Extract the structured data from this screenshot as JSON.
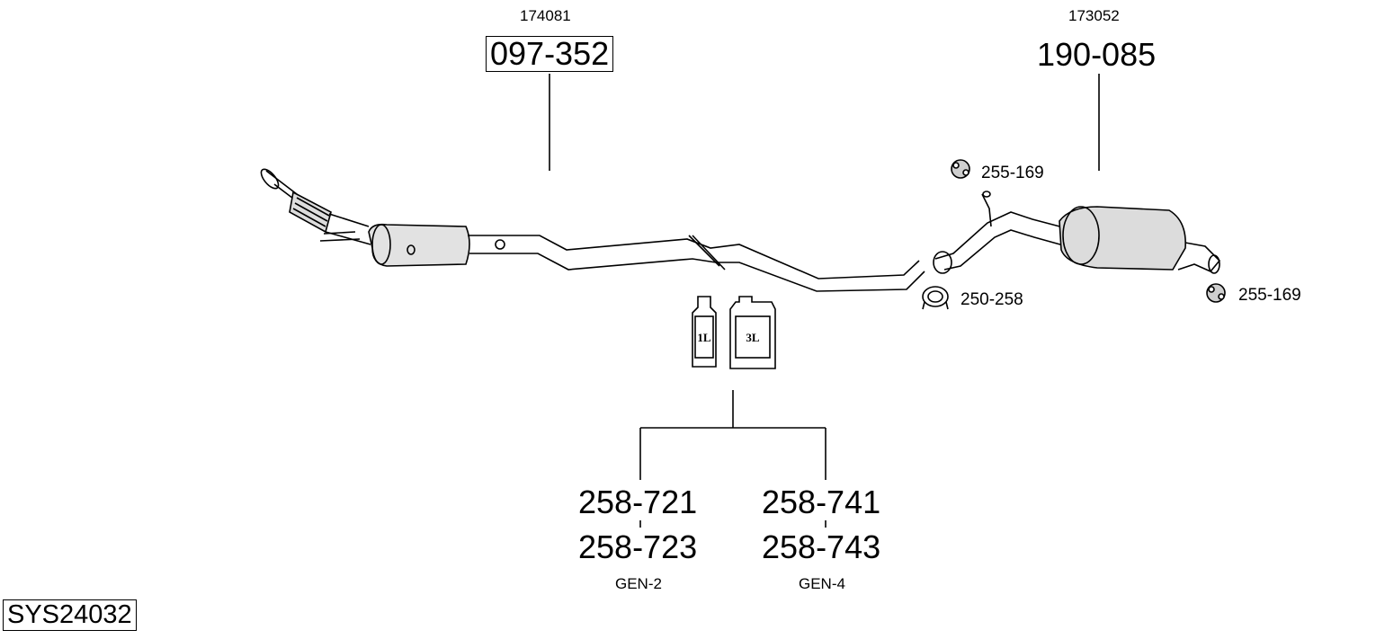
{
  "parts": {
    "front_pipe": {
      "ref": "174081",
      "number": "097-352"
    },
    "rear_silencer": {
      "ref": "173052",
      "number": "190-085"
    },
    "rubber_mount_top": {
      "number": "255-169"
    },
    "rubber_mount_rear": {
      "number": "255-169"
    },
    "clamp": {
      "number": "250-258"
    }
  },
  "fluids": {
    "bottle_small": {
      "label": "1L"
    },
    "bottle_large": {
      "label": "3L"
    },
    "gen2": {
      "number_a": "258-721",
      "number_b": "258-723",
      "gen": "GEN-2"
    },
    "gen4": {
      "number_a": "258-741",
      "number_b": "258-743",
      "gen": "GEN-4"
    }
  },
  "system_id": "SYS24032"
}
